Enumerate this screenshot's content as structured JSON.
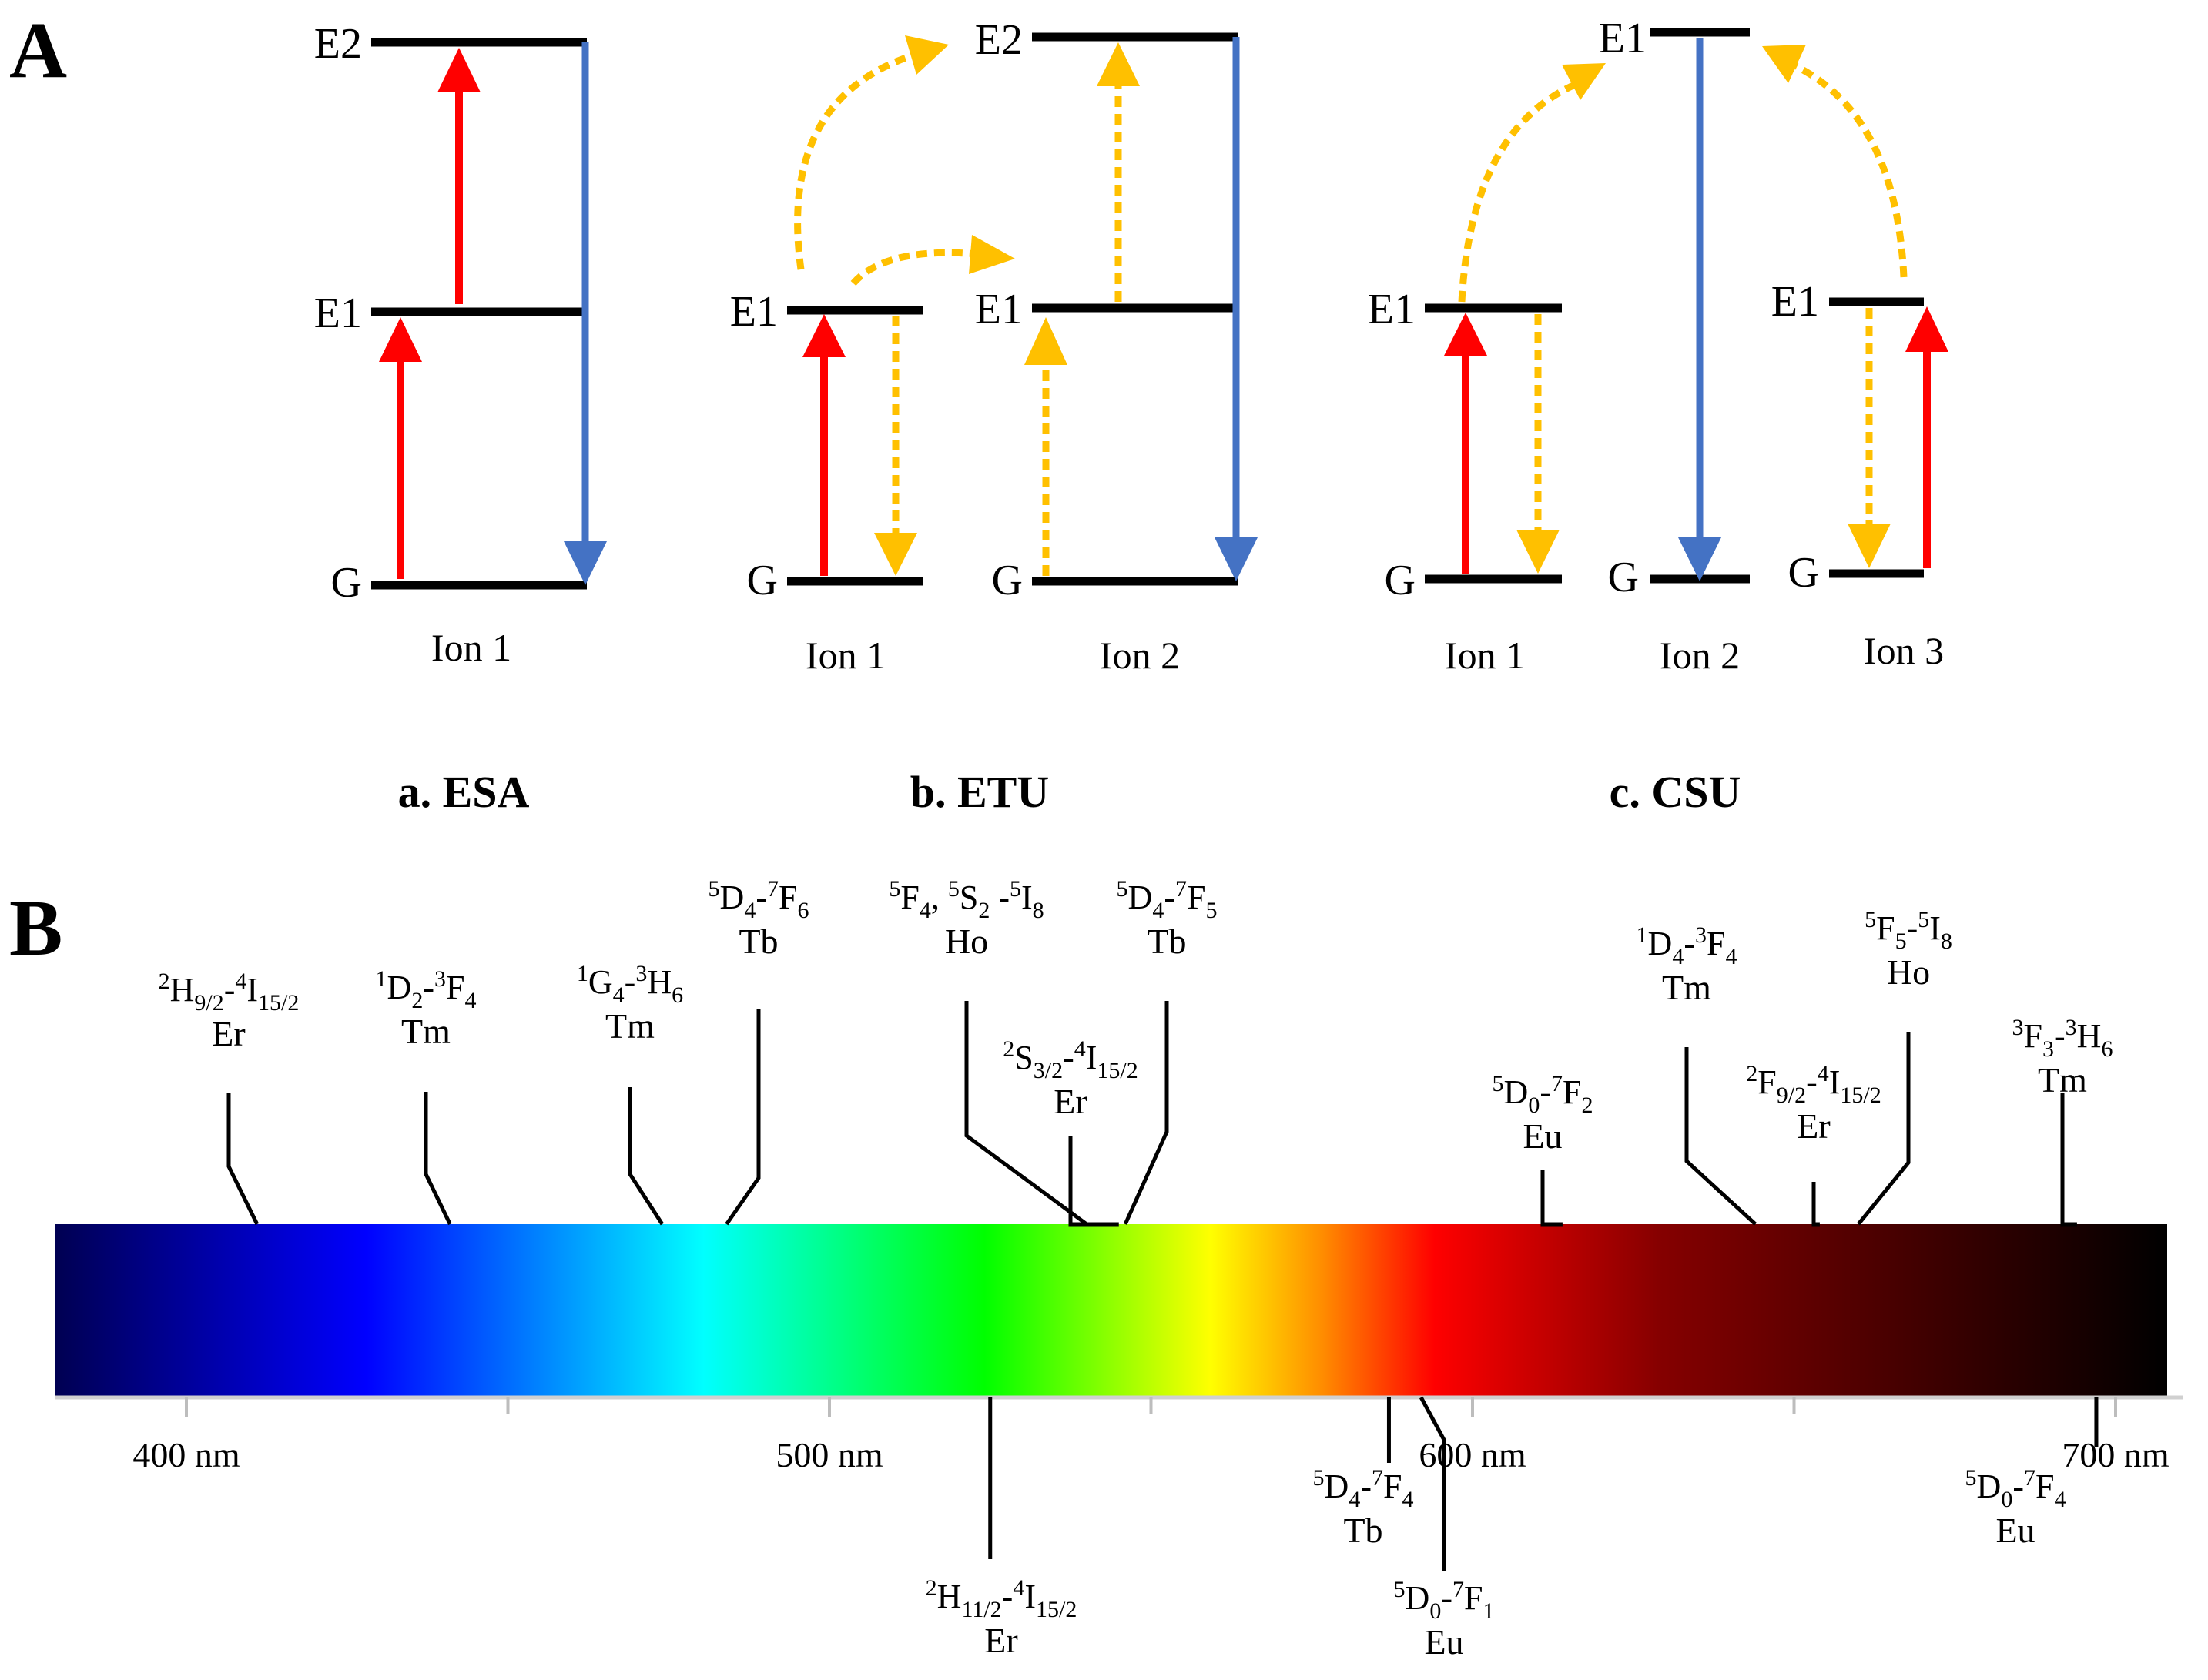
{
  "colors": {
    "level": "#000000",
    "absorption": "#ff0000",
    "emission": "#4472c4",
    "energy_transfer": "#ffc000"
  },
  "panelA": {
    "letter": "A",
    "esa": {
      "caption": "a. ESA",
      "levels": {
        "e2": "E2",
        "e1": "E1",
        "g": "G"
      },
      "ions": [
        "Ion 1"
      ]
    },
    "etu": {
      "caption": "b. ETU",
      "levels": {
        "ion1_e1": "E1",
        "ion1_g": "G",
        "ion2_e2": "E2",
        "ion2_e1": "E1",
        "ion2_g": "G"
      },
      "ions": [
        "Ion 1",
        "Ion 2"
      ]
    },
    "csu": {
      "caption": "c. CSU",
      "levels": {
        "ion1_e1": "E1",
        "ion1_g": "G",
        "ion2_e1": "E1",
        "ion2_g": "G",
        "ion3_e1": "E1",
        "ion3_g": "G"
      },
      "ions": [
        "Ion 1",
        "Ion 2",
        "Ion 3"
      ]
    }
  },
  "panelB": {
    "letter": "B",
    "spectrum": {
      "range_nm": [
        380,
        710
      ],
      "colors": [
        "#000052",
        "#0000ff",
        "#00ffff",
        "#00ff00",
        "#ffff00",
        "#ff0000",
        "#800000",
        "#000000"
      ],
      "major_ticks": [
        {
          "nm": 400,
          "label": "400 nm"
        },
        {
          "nm": 500,
          "label": "500 nm"
        },
        {
          "nm": 600,
          "label": "600 nm"
        },
        {
          "nm": 700,
          "label": "700 nm"
        }
      ],
      "minor_ticks_nm": [
        450,
        550,
        650
      ]
    },
    "top_transitions": [
      {
        "id": "er-h92",
        "nm": 411,
        "parts": [
          {
            "t": "2",
            "s": "sup"
          },
          {
            "t": "H"
          },
          {
            "t": "9/2",
            "s": "sub"
          },
          {
            "t": "-"
          },
          {
            "t": "4",
            "s": "sup"
          },
          {
            "t": "I"
          },
          {
            "t": "15/2",
            "s": "sub"
          }
        ],
        "element": "Er"
      },
      {
        "id": "tm-d2",
        "nm": 441,
        "parts": [
          {
            "t": "1",
            "s": "sup"
          },
          {
            "t": "D"
          },
          {
            "t": "2",
            "s": "sub"
          },
          {
            "t": "-"
          },
          {
            "t": "3",
            "s": "sup"
          },
          {
            "t": "F"
          },
          {
            "t": "4",
            "s": "sub"
          }
        ],
        "element": "Tm"
      },
      {
        "id": "tm-g4",
        "nm": 474,
        "parts": [
          {
            "t": "1",
            "s": "sup"
          },
          {
            "t": "G"
          },
          {
            "t": "4",
            "s": "sub"
          },
          {
            "t": "-"
          },
          {
            "t": "3",
            "s": "sup"
          },
          {
            "t": "H"
          },
          {
            "t": "6",
            "s": "sub"
          }
        ],
        "element": "Tm"
      },
      {
        "id": "tb-d4f6",
        "nm": 484,
        "parts": [
          {
            "t": "5",
            "s": "sup"
          },
          {
            "t": "D"
          },
          {
            "t": "4",
            "s": "sub"
          },
          {
            "t": "-"
          },
          {
            "t": "7",
            "s": "sup"
          },
          {
            "t": "F"
          },
          {
            "t": "6",
            "s": "sub"
          }
        ],
        "element": "Tb"
      },
      {
        "id": "ho-f4",
        "nm": 540,
        "parts": [
          {
            "t": "5",
            "s": "sup"
          },
          {
            "t": "F"
          },
          {
            "t": "4",
            "s": "sub"
          },
          {
            "t": ", "
          },
          {
            "t": "5",
            "s": "sup"
          },
          {
            "t": "S"
          },
          {
            "t": "2",
            "s": "sub"
          },
          {
            "t": " -"
          },
          {
            "t": "5",
            "s": "sup"
          },
          {
            "t": "I"
          },
          {
            "t": "8",
            "s": "sub"
          }
        ],
        "element": "Ho"
      },
      {
        "id": "er-s32",
        "nm": 545,
        "parts": [
          {
            "t": "2",
            "s": "sup"
          },
          {
            "t": "S"
          },
          {
            "t": "3/2",
            "s": "sub"
          },
          {
            "t": "-"
          },
          {
            "t": "4",
            "s": "sup"
          },
          {
            "t": "I"
          },
          {
            "t": "15/2",
            "s": "sub"
          }
        ],
        "element": "Er"
      },
      {
        "id": "tb-d4f5",
        "nm": 546,
        "parts": [
          {
            "t": "5",
            "s": "sup"
          },
          {
            "t": "D"
          },
          {
            "t": "4",
            "s": "sub"
          },
          {
            "t": "-"
          },
          {
            "t": "7",
            "s": "sup"
          },
          {
            "t": "F"
          },
          {
            "t": "5",
            "s": "sub"
          }
        ],
        "element": "Tb"
      },
      {
        "id": "eu-d0f2",
        "nm": 614,
        "parts": [
          {
            "t": "5",
            "s": "sup"
          },
          {
            "t": "D"
          },
          {
            "t": "0",
            "s": "sub"
          },
          {
            "t": "-"
          },
          {
            "t": "7",
            "s": "sup"
          },
          {
            "t": "F"
          },
          {
            "t": "2",
            "s": "sub"
          }
        ],
        "element": "Eu"
      },
      {
        "id": "tm-d4f4",
        "nm": 644,
        "parts": [
          {
            "t": "1",
            "s": "sup"
          },
          {
            "t": "D"
          },
          {
            "t": "4",
            "s": "sub"
          },
          {
            "t": "-"
          },
          {
            "t": "3",
            "s": "sup"
          },
          {
            "t": "F"
          },
          {
            "t": "4",
            "s": "sub"
          }
        ],
        "element": "Tm"
      },
      {
        "id": "er-f92",
        "nm": 654,
        "parts": [
          {
            "t": "2",
            "s": "sup"
          },
          {
            "t": "F"
          },
          {
            "t": "9/2",
            "s": "sub"
          },
          {
            "t": "-"
          },
          {
            "t": "4",
            "s": "sup"
          },
          {
            "t": "I"
          },
          {
            "t": "15/2",
            "s": "sub"
          }
        ],
        "element": "Er"
      },
      {
        "id": "ho-f5",
        "nm": 660,
        "parts": [
          {
            "t": "5",
            "s": "sup"
          },
          {
            "t": "F"
          },
          {
            "t": "5",
            "s": "sub"
          },
          {
            "t": "-"
          },
          {
            "t": "5",
            "s": "sup"
          },
          {
            "t": "I"
          },
          {
            "t": "8",
            "s": "sub"
          }
        ],
        "element": "Ho"
      },
      {
        "id": "tm-f3",
        "nm": 694,
        "parts": [
          {
            "t": "3",
            "s": "sup"
          },
          {
            "t": "F"
          },
          {
            "t": "3",
            "s": "sub"
          },
          {
            "t": "-"
          },
          {
            "t": "3",
            "s": "sup"
          },
          {
            "t": "H"
          },
          {
            "t": "6",
            "s": "sub"
          }
        ],
        "element": "Tm"
      }
    ],
    "bottom_transitions": [
      {
        "id": "er-h112",
        "nm": 525,
        "parts": [
          {
            "t": "2",
            "s": "sup"
          },
          {
            "t": "H"
          },
          {
            "t": "11/2",
            "s": "sub"
          },
          {
            "t": "-"
          },
          {
            "t": "4",
            "s": "sup"
          },
          {
            "t": "I"
          },
          {
            "t": "15/2",
            "s": "sub"
          }
        ],
        "element": "Er"
      },
      {
        "id": "tb-d4f4",
        "nm": 587,
        "parts": [
          {
            "t": "5",
            "s": "sup"
          },
          {
            "t": "D"
          },
          {
            "t": "4",
            "s": "sub"
          },
          {
            "t": "-"
          },
          {
            "t": "7",
            "s": "sup"
          },
          {
            "t": "F"
          },
          {
            "t": "4",
            "s": "sub"
          }
        ],
        "element": "Tb"
      },
      {
        "id": "eu-d0f1",
        "nm": 592,
        "parts": [
          {
            "t": "5",
            "s": "sup"
          },
          {
            "t": "D"
          },
          {
            "t": "0",
            "s": "sub"
          },
          {
            "t": "-"
          },
          {
            "t": "7",
            "s": "sup"
          },
          {
            "t": "F"
          },
          {
            "t": "1",
            "s": "sub"
          }
        ],
        "element": "Eu"
      },
      {
        "id": "eu-d0f4",
        "nm": 697,
        "parts": [
          {
            "t": "5",
            "s": "sup"
          },
          {
            "t": "D"
          },
          {
            "t": "0",
            "s": "sub"
          },
          {
            "t": "-"
          },
          {
            "t": "7",
            "s": "sup"
          },
          {
            "t": "F"
          },
          {
            "t": "4",
            "s": "sub"
          }
        ],
        "element": "Eu"
      }
    ]
  }
}
